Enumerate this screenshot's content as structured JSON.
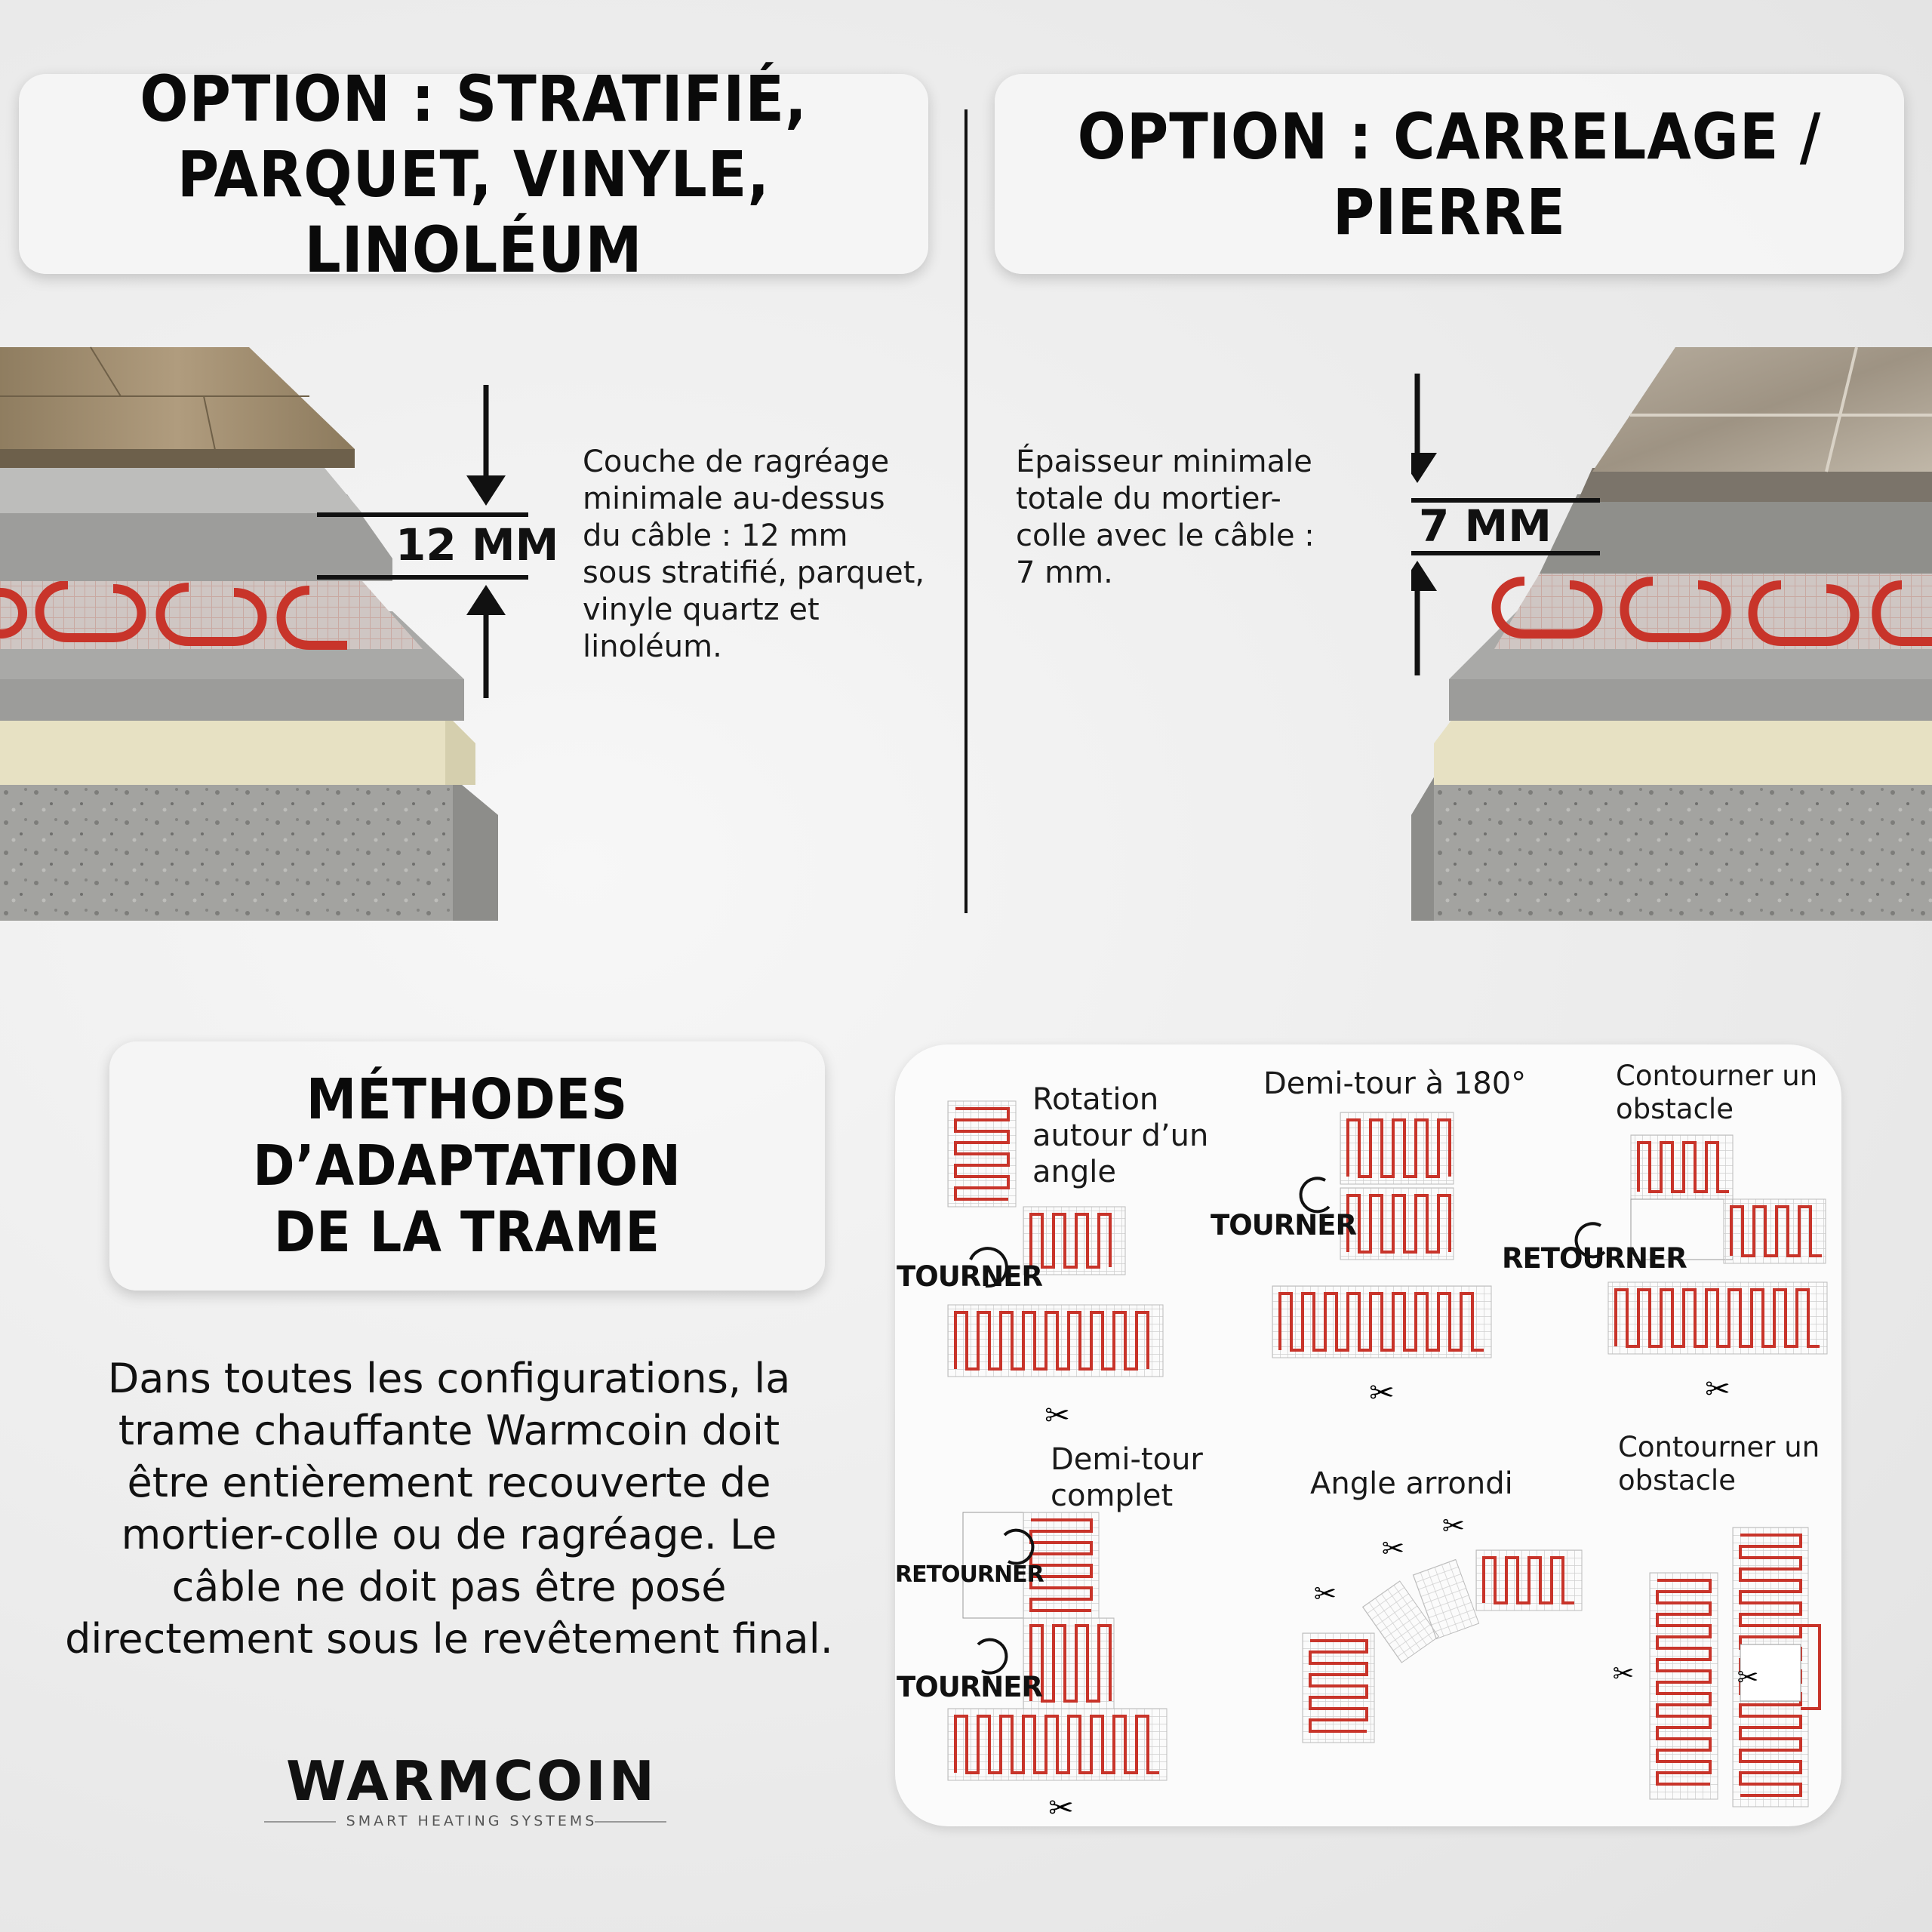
{
  "panels": {
    "left_title": "OPTION  : STRATIFIÉ,\nPARQUET, VINYLE, LINOLÉUM",
    "right_title": "OPTION  : CARRELAGE /\nPIERRE",
    "methods_title": "MÉTHODES D’ADAPTATION\nDE  LA TRAME"
  },
  "left_section": {
    "measure": "12 MM",
    "description": "Couche de ragréage\nminimale au-dessus\ndu câble : 12 mm\nsous stratifié, parquet,\nvinyle quartz et\nlinoléum."
  },
  "right_section": {
    "measure": "7 MM",
    "description": "Épaisseur minimale\ntotale du mortier-\ncolle avec le câble :\n7 mm."
  },
  "body_text": "Dans toutes les configurations, la\ntrame chauffante Warmcoin doit\nêtre entièrement recouverte de\nmortier-colle ou de ragréage. Le\ncâble ne doit pas être posé\ndirectement sous le revêtement final.",
  "methods": {
    "rotation": "Rotation\nautour d’un\nangle",
    "demi_tour_180": "Demi-tour à 180°",
    "contourner_1": "Contourner un\nobstacle",
    "demi_tour_complet": "Demi-tour\ncomplet",
    "angle_arrondi": "Angle arrondi",
    "contourner_2": "Contourner un\nobstacle",
    "tourner_1": "TOURNER",
    "tourner_2": "TOURNER",
    "retourner_1": "RETOURNER",
    "tourner_3": "TOURNER",
    "retourner_2": "RETOURNER"
  },
  "logo": {
    "name": "WARMCOIN",
    "tagline": "SMART HEATING SYSTEMS"
  },
  "colors": {
    "cable": "#c8342a",
    "mesh": "#d9c9c4",
    "screed": "#a9a9a7",
    "insulation": "#e8e2c4",
    "concrete": "#9a9a97",
    "wood": "#9b8a6c",
    "tile": "#a69c8d"
  }
}
